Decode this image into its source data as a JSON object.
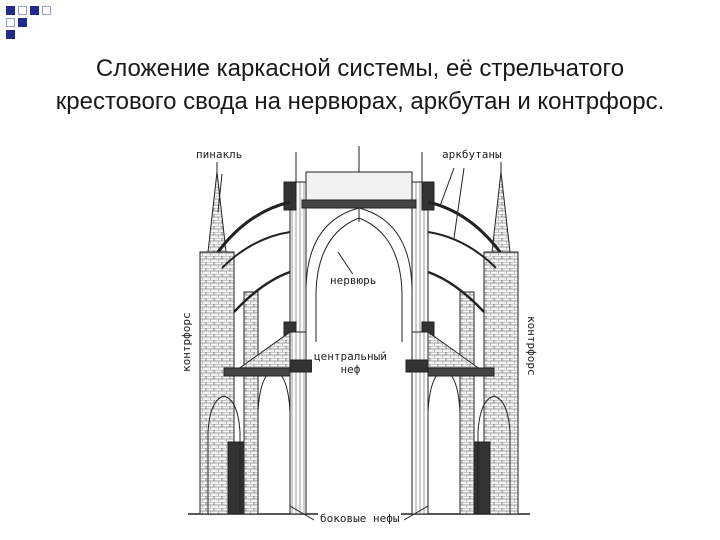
{
  "slide": {
    "title_line1": "Сложение каркасной системы, её стрельчатого",
    "title_line2": "крестового свода на нервюрах, аркбутан и контрфорс."
  },
  "diagram": {
    "labels": {
      "pinnacle": "пинакль",
      "flying_buttresses": "аркбутаны",
      "rib": "нервюрь",
      "buttress_left": "контрфорс",
      "buttress_right": "контрфорс",
      "central_nave_1": "центральный",
      "central_nave_2": "неф",
      "side_naves": "боковые нефы"
    }
  },
  "colors": {
    "accent": "#1f2a8c",
    "ink": "#222222"
  }
}
